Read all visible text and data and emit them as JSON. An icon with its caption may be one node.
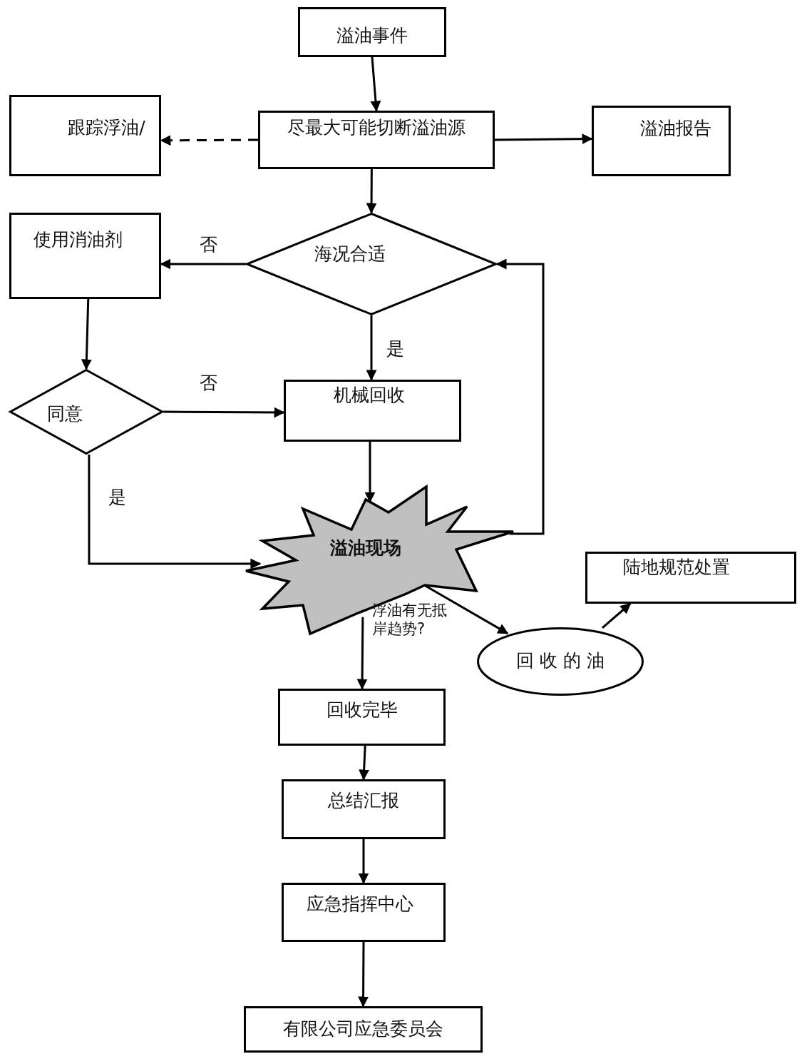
{
  "diagram": {
    "nodes": [
      {
        "text": [
          "溢油事件"
        ]
      },
      {
        "text": [
          "尽最大可能切断溢油源"
        ]
      },
      {
        "text": [
          "跟踪浮油/"
        ]
      },
      {
        "text": [
          "溢油报告"
        ]
      },
      {
        "text": [
          "海况合适"
        ]
      },
      {
        "text": [
          "使用消油剂"
        ]
      },
      {
        "text": [
          "同意"
        ]
      },
      {
        "text": [
          "机械回收"
        ]
      },
      {
        "text": [
          "溢油现场"
        ]
      },
      {
        "text": [
          "陆地规范处置"
        ]
      },
      {
        "text": [
          "回 收 的 油"
        ]
      },
      {
        "text": [
          "回收完毕"
        ]
      },
      {
        "text": [
          "总结汇报"
        ]
      },
      {
        "text": [
          "应急指挥中心"
        ]
      },
      {
        "text": [
          "有限公司应急委员会"
        ]
      }
    ],
    "edges": [
      {
        "from": 0,
        "to": 1,
        "arrow": "to"
      },
      {
        "from": 1,
        "to": 2,
        "arrow": "to",
        "style": "dashed"
      },
      {
        "from": 1,
        "to": 3,
        "arrow": "to"
      },
      {
        "from": 1,
        "to": 4,
        "arrow": "to"
      },
      {
        "from": 4,
        "to": 5,
        "arrow": "to",
        "label": "否"
      },
      {
        "from": 4,
        "to": 7,
        "arrow": "to",
        "label": "是"
      },
      {
        "from": 5,
        "to": 6,
        "arrow": "to"
      },
      {
        "from": 6,
        "to": 7,
        "arrow": "to",
        "label": "否"
      },
      {
        "from": 6,
        "to": 8,
        "arrow": "to",
        "label": "是"
      },
      {
        "from": 7,
        "to": 8,
        "arrow": "to"
      },
      {
        "from": 8,
        "to": 4,
        "arrow": "to"
      },
      {
        "from": 8,
        "to": 10,
        "arrow": "to"
      },
      {
        "from": 10,
        "to": 9,
        "arrow": "to"
      },
      {
        "from": 8,
        "to": 11,
        "arrow": "to"
      },
      {
        "from": 11,
        "to": 12,
        "arrow": "to"
      },
      {
        "from": 12,
        "to": 13,
        "arrow": "to"
      },
      {
        "from": 13,
        "to": 14,
        "arrow": "to"
      }
    ],
    "labels": [
      "浮油有无抵岸趋势?"
    ]
  }
}
